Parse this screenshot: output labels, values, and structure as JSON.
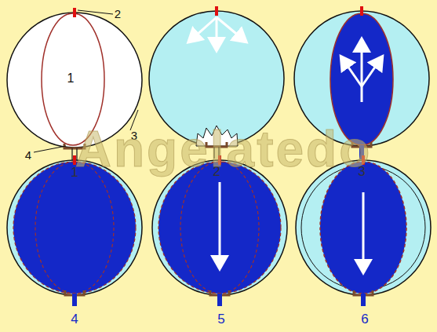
{
  "diagram": {
    "labels": [
      "2",
      "1",
      "3",
      "4",
      "1",
      "2",
      "3",
      "4",
      "5",
      "6",
      "Angelatedo"
    ]
  }
}
